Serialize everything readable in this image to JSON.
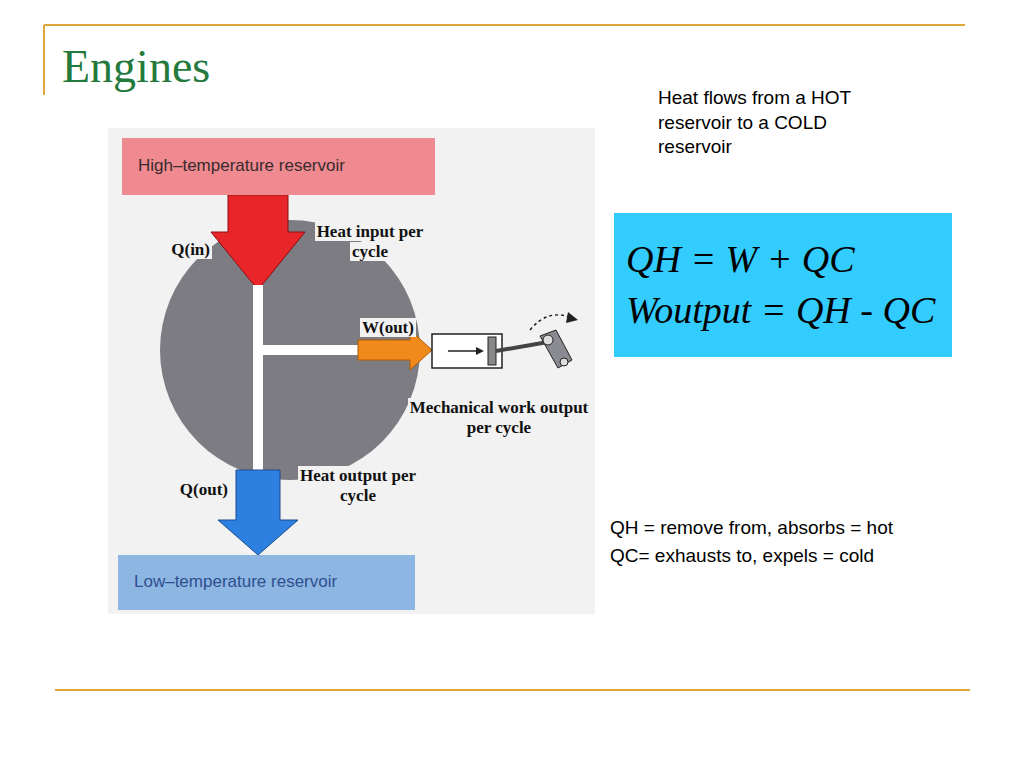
{
  "diagram": {
    "title": "Engines",
    "nodes": [
      {
        "text": [
          "High–temperature reservoir"
        ]
      },
      {
        "text": [
          "Low–temperature reservoir"
        ]
      },
      {
        "text": [
          "QH = W + QC",
          "Woutput = QH - QC"
        ]
      }
    ],
    "edges": [
      {
        "from": 0,
        "to": 1,
        "arrow": "to"
      }
    ],
    "labels": [
      "Heat flows from a HOT reservoir to a COLD reservoir",
      "Q(in)",
      "Heat input per cycle",
      "W(out)",
      "Mechanical work output per cycle",
      "Q(out)",
      "Heat output per cycle",
      "QH = remove from, absorbs = hot",
      "QC= exhausts to, expels = cold"
    ]
  }
}
